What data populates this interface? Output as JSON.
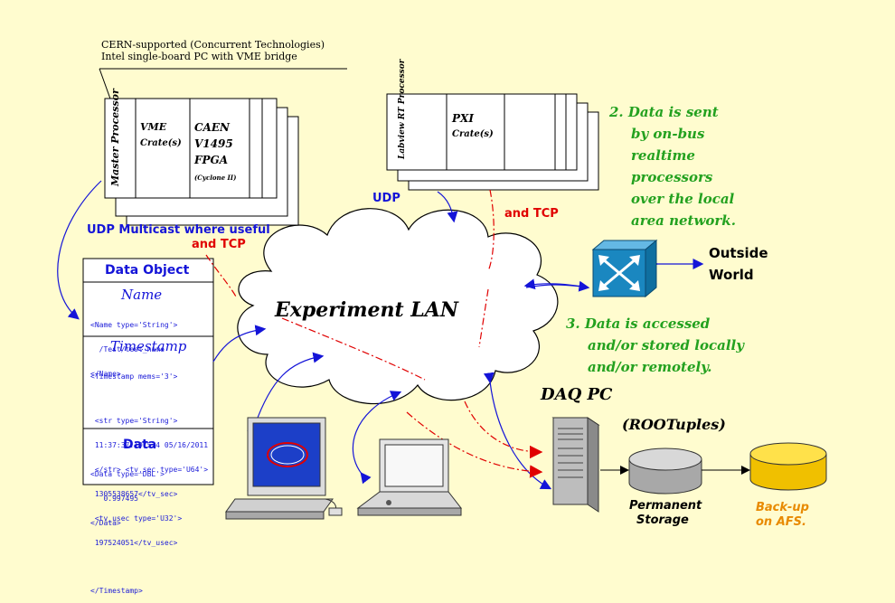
{
  "colors": {
    "background": "#fffccf",
    "blue_text": "#1414d8",
    "green_text": "#23a11f",
    "red_text": "#e00000",
    "orange_text": "#e88a00",
    "cloud_fill": "#ffffff",
    "switch_blue": "#1a87c0",
    "storage_gray": "#c8c8c8",
    "backup_yellow": "#ffd800"
  },
  "top_note": {
    "line1": "CERN-supported (Concurrent Technologies)",
    "line2": "Intel single-board PC with VME bridge"
  },
  "vme_crate": {
    "col1": "Master Processor",
    "col2_line1": "VME",
    "col2_line2": "Crate(s)",
    "col3_line1": "CAEN",
    "col3_line2": "V1495",
    "col3_line3": "FPGA",
    "col3_line4": "(Cyclone II)"
  },
  "pxi_crate": {
    "col1": "Labview RT Processor",
    "col2_line1": "PXI",
    "col2_line2": "Crate(s)"
  },
  "labels": {
    "udp_multicast": "UDP Multicast where useful",
    "and_tcp_left": "and TCP",
    "udp_top": "UDP",
    "and_tcp_right": "and TCP",
    "experiment_lan": "Experiment LAN",
    "outside_world_1": "Outside",
    "outside_world_2": "World",
    "daq_pc": "DAQ PC",
    "rootuples": "(ROOTuples)",
    "permanent_1": "Permanent",
    "permanent_2": "Storage",
    "backup_1": "Back-up",
    "backup_2": "on AFS."
  },
  "note2": [
    "2. Data is sent",
    "by on-bus",
    "realtime",
    "processors",
    "over the local",
    "area network."
  ],
  "note3": [
    "3. Data is accessed",
    "and/or stored locally",
    "and/or remotely."
  ],
  "data_object": {
    "title": "Data Object",
    "name_heading": "Name",
    "name_xml": [
      "<Name type='String'>",
      "  /Test/test_name",
      "</Name>"
    ],
    "timestamp_heading": "Timestamp",
    "timestamp_xml": [
      "<Timestamp mems='3'>",
      "",
      " <str type='String'>",
      " 11:37:37.197524 05/16/2011",
      " </str> <tv_sec type='U64'>",
      " 1305538657</tv_sec>",
      " <tv_usec type='U32'>",
      " 197524051</tv_usec>",
      "",
      "</Timestamp>"
    ],
    "data_heading": "Data",
    "data_xml": [
      "<Data type='DBL'>",
      "   0.997495",
      "</Data>"
    ]
  }
}
